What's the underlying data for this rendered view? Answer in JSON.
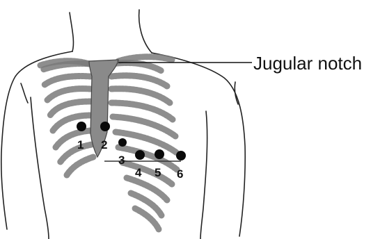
{
  "title": "",
  "callout": {
    "label": "Jugular notch"
  },
  "leads": [
    {
      "id": "1",
      "label": "1"
    },
    {
      "id": "2",
      "label": "2"
    },
    {
      "id": "3",
      "label": "3"
    },
    {
      "id": "4",
      "label": "4"
    },
    {
      "id": "5",
      "label": "5"
    },
    {
      "id": "6",
      "label": "6"
    }
  ],
  "colors": {
    "ink": "#111111",
    "bone": "#8a8a8a",
    "background": "#ffffff"
  }
}
